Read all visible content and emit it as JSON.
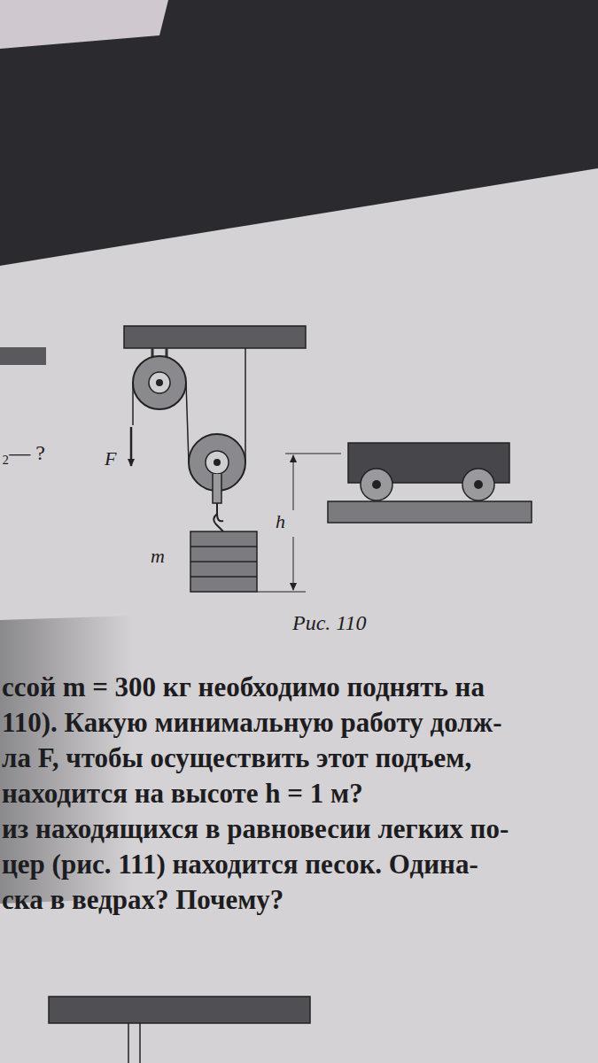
{
  "diagram": {
    "caption": "Рис. 110",
    "labels": [
      "₂— ?",
      "F",
      "m",
      "h",
      "ссой m = 300 кг необходимо поднять на",
      "110). Какую минимальную работу долж-",
      "ла F, чтобы осуществить этот подъем,",
      "находится на высоте h = 1 м?",
      "из находящихся в равновесии легких по-",
      "цер (рис. 111) находится песок. Одина-",
      "ска в ведрах? Почему?"
    ]
  }
}
